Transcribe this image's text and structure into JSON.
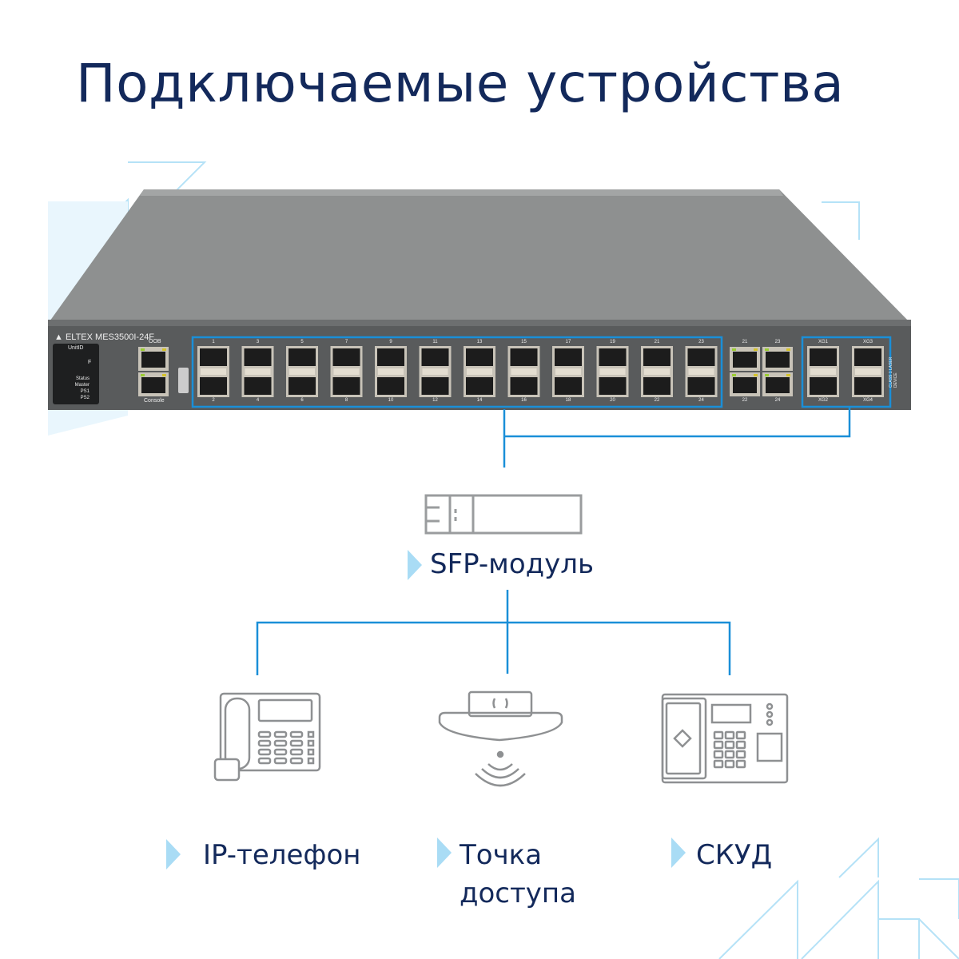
{
  "title": "Подключаемые устройства",
  "switch": {
    "brand": "ELTEX",
    "model": "MES3500I-24F",
    "oob_label": "OOB",
    "console_label": "Console",
    "unit_id_label": "UnitID",
    "f_label": "F",
    "status_labels": [
      "Status",
      "Master",
      "PS1",
      "PS2"
    ],
    "sfp_top_numbers": [
      "1",
      "3",
      "5",
      "7",
      "9",
      "11",
      "13",
      "15",
      "17",
      "19",
      "21",
      "23"
    ],
    "sfp_bottom_numbers": [
      "2",
      "4",
      "6",
      "8",
      "10",
      "12",
      "14",
      "16",
      "18",
      "20",
      "22",
      "24"
    ],
    "rj45_top_numbers": [
      "21",
      "23"
    ],
    "rj45_bottom_numbers": [
      "22",
      "24"
    ],
    "xg_top": [
      "XG1",
      "XG3"
    ],
    "xg_bottom": [
      "XG2",
      "XG4"
    ],
    "laser_label": "CLASS 1 LASER DEVICE"
  },
  "module": {
    "label": "SFP-модуль"
  },
  "devices": [
    {
      "label": "IP-телефон"
    },
    {
      "label_line1": "Точка",
      "label_line2": "доступа"
    },
    {
      "label": "СКУД"
    }
  ],
  "colors": {
    "navy": "#13295b",
    "accent": "#1a8fd8",
    "light": "#a9dcf5"
  }
}
